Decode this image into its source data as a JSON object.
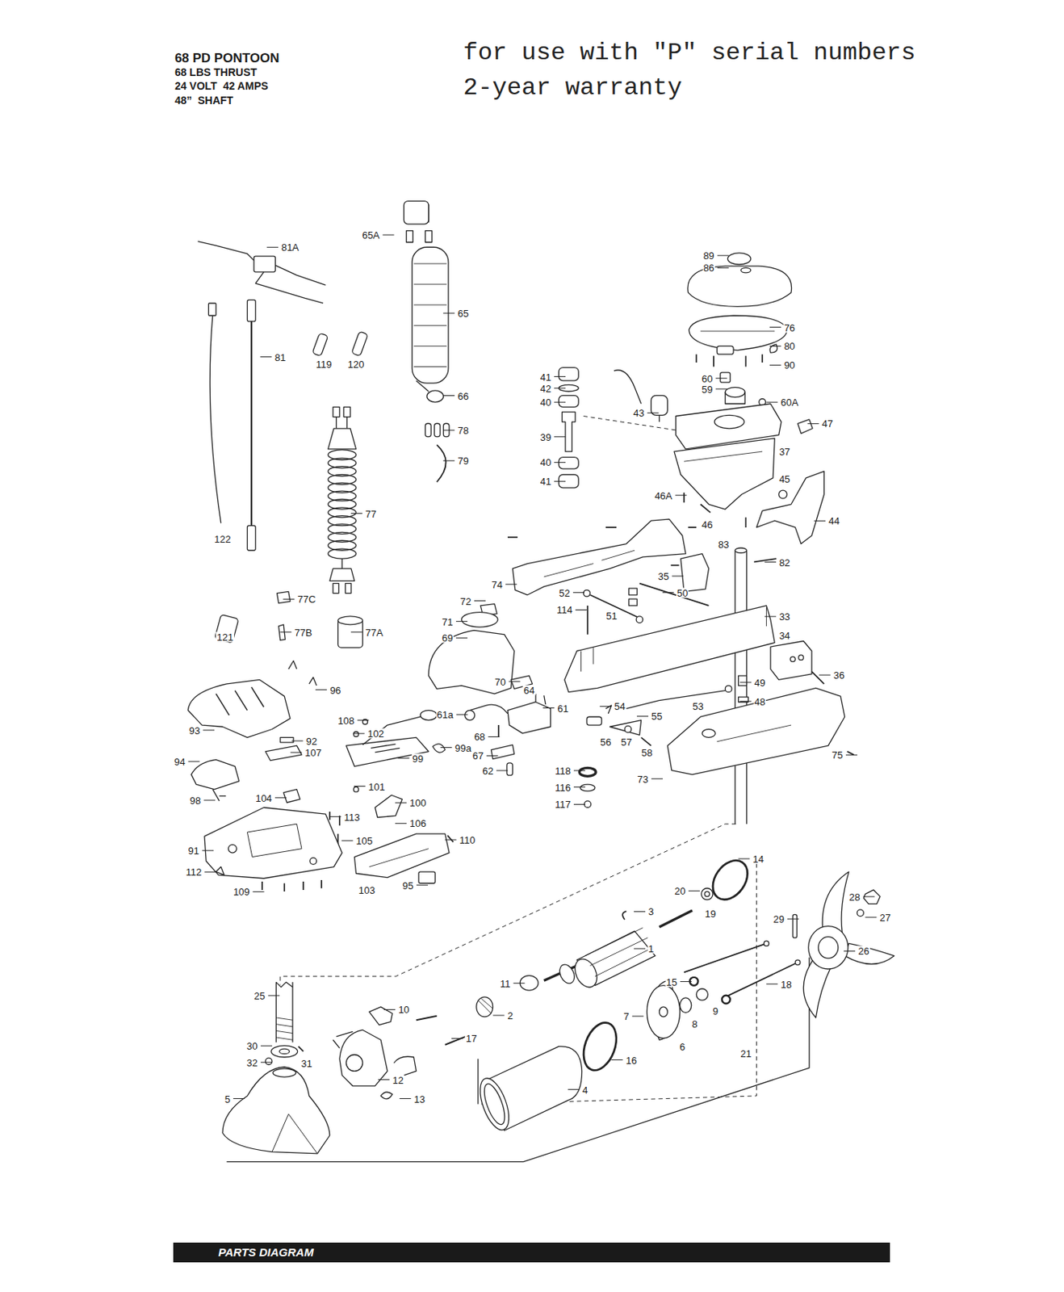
{
  "diagram": {
    "title": "68 PD PONTOON",
    "nodes": [
      {
        "text": [
          "PARTS DIAGRAM"
        ]
      }
    ],
    "labels": [
      "68 LBS THRUST",
      "24 VOLT  42 AMPS",
      "48”  SHAFT",
      "for use with \"P\" serial numbers",
      "2-year warranty",
      "81A",
      "65A",
      "65",
      "81",
      "119",
      "120",
      "66",
      "78",
      "79",
      "77",
      "122",
      "77C",
      "77B",
      "77A",
      "121",
      "89",
      "86",
      "76",
      "80",
      "90",
      "41",
      "42",
      "40",
      "39",
      "40",
      "41",
      "60",
      "59",
      "60A",
      "43",
      "47",
      "37",
      "45",
      "46A",
      "46",
      "44",
      "83",
      "82",
      "35",
      "74",
      "52",
      "50",
      "72",
      "114",
      "51",
      "33",
      "71",
      "69",
      "34",
      "36",
      "96",
      "70",
      "49",
      "64",
      "61",
      "61a",
      "53",
      "48",
      "54",
      "55",
      "108",
      "93",
      "102",
      "56",
      "57",
      "92",
      "68",
      "99a",
      "58",
      "75",
      "107",
      "99",
      "67",
      "94",
      "62",
      "118",
      "73",
      "116",
      "101",
      "117",
      "98",
      "104",
      "100",
      "113",
      "106",
      "105",
      "110",
      "91",
      "14",
      "112",
      "109",
      "103",
      "95",
      "20",
      "28",
      "19",
      "3",
      "27",
      "29",
      "1",
      "26",
      "15",
      "18",
      "11",
      "9",
      "2",
      "25",
      "10",
      "7",
      "8",
      "17",
      "6",
      "21",
      "30",
      "31",
      "16",
      "32",
      "12",
      "4",
      "5",
      "13"
    ]
  }
}
